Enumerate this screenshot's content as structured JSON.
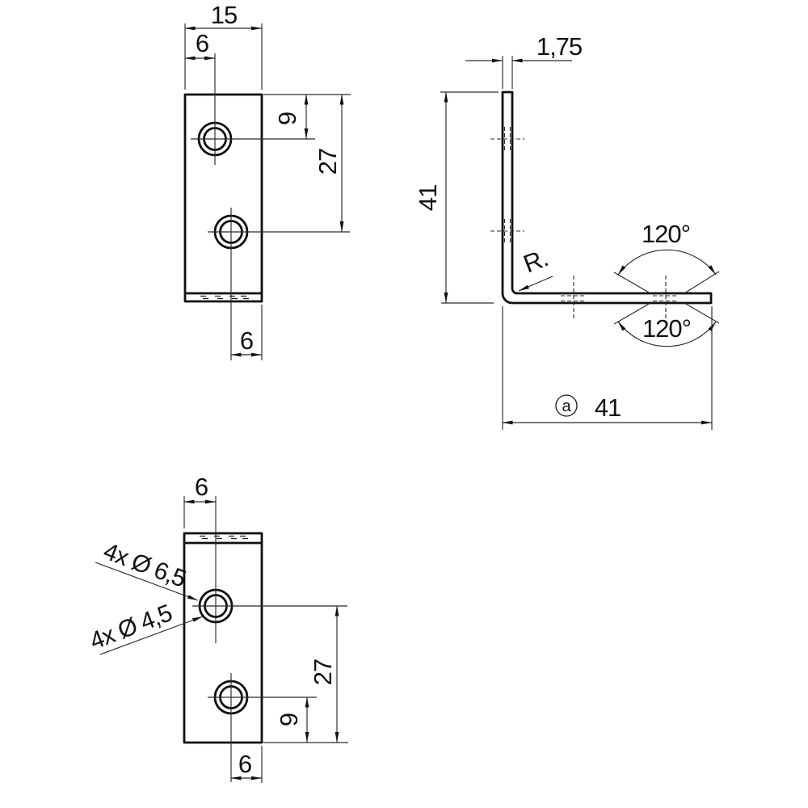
{
  "ink": "#111111",
  "background": "#ffffff",
  "views": {
    "front_top": {
      "width": "15",
      "hole_offset_left": "6",
      "hole1_from_edge": "9",
      "hole2_from_edge": "27",
      "hole_offset_right": "6"
    },
    "side": {
      "thickness": "1,75",
      "leg_height": "41",
      "bend_radius": "R.",
      "angle_upper": "120°",
      "angle_lower": "120°",
      "datum": "a",
      "leg_length": "41"
    },
    "front_bottom": {
      "hole_offset_left": "6",
      "countersink_note": "4x Ø 6,5",
      "hole_note": "4x Ø 4,5",
      "hole2_from_edge": "27",
      "hole1_from_edge": "9",
      "hole_offset_right": "6"
    }
  }
}
